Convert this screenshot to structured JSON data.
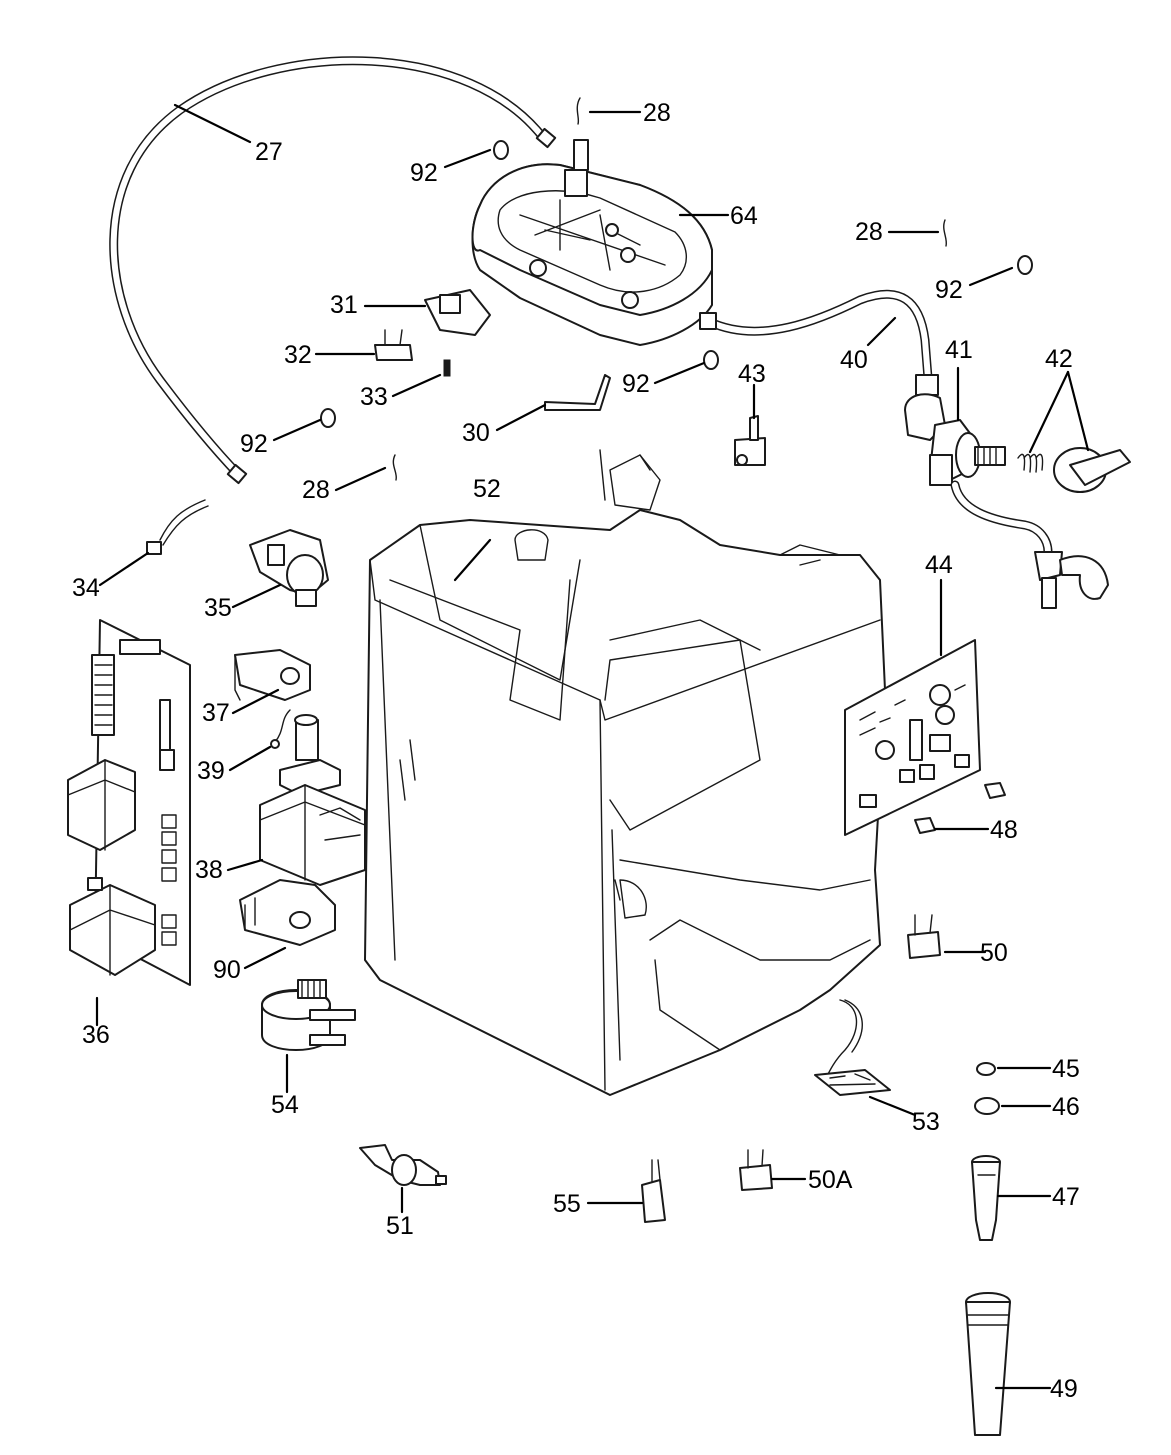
{
  "labels": {
    "c27": "27",
    "c28a": "28",
    "c28b": "28",
    "c28c": "28",
    "c92a": "92",
    "c92b": "92",
    "c92c": "92",
    "c92d": "92",
    "c64": "64",
    "c31": "31",
    "c32": "32",
    "c33": "33",
    "c30": "30",
    "c40": "40",
    "c41": "41",
    "c42": "42",
    "c43": "43",
    "c52": "52",
    "c34": "34",
    "c35": "35",
    "c36": "36",
    "c37": "37",
    "c38": "38",
    "c39": "39",
    "c90": "90",
    "c54": "54",
    "c44": "44",
    "c48": "48",
    "c50": "50",
    "c50a": "50A",
    "c53": "53",
    "c45": "45",
    "c46": "46",
    "c47": "47",
    "c49": "49",
    "c51": "51",
    "c55": "55"
  },
  "colors": {
    "line": "#1a1a1a",
    "background": "#ffffff"
  }
}
